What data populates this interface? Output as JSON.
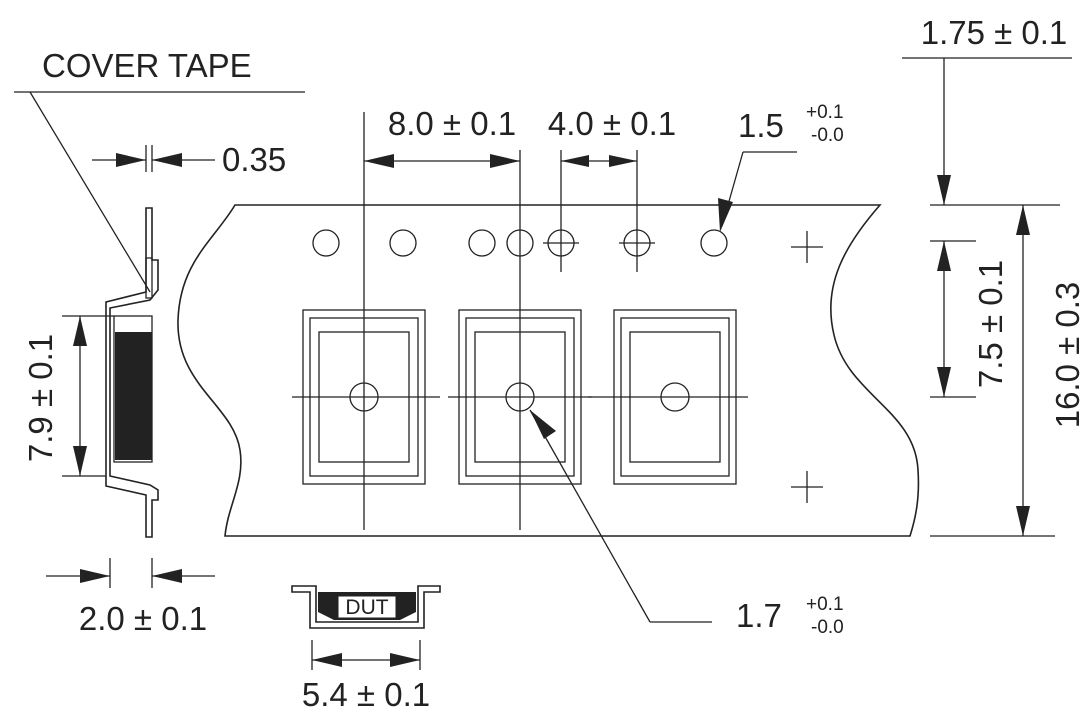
{
  "labels": {
    "cover_tape": "COVER TAPE",
    "thickness": "0.35",
    "pitch": "8.0 ± 0.1",
    "hole_pitch": "4.0 ± 0.1",
    "hole_dia": "1.5",
    "hole_tol_plus": "+0.1",
    "hole_tol_minus": "-0.0",
    "hole_edge": "1.75 ± 0.1",
    "pocket_offset": "7.5 ± 0.1",
    "tape_width": "16.0 ± 0.3",
    "pocket_length": "7.9 ± 0.1",
    "pocket_depth": "2.0 ± 0.1",
    "pocket_hole_dia": "1.7",
    "pocket_hole_tol_plus": "+0.1",
    "pocket_hole_tol_minus": "-0.0",
    "dut": "DUT",
    "pocket_width": "5.4 ± 0.1"
  }
}
